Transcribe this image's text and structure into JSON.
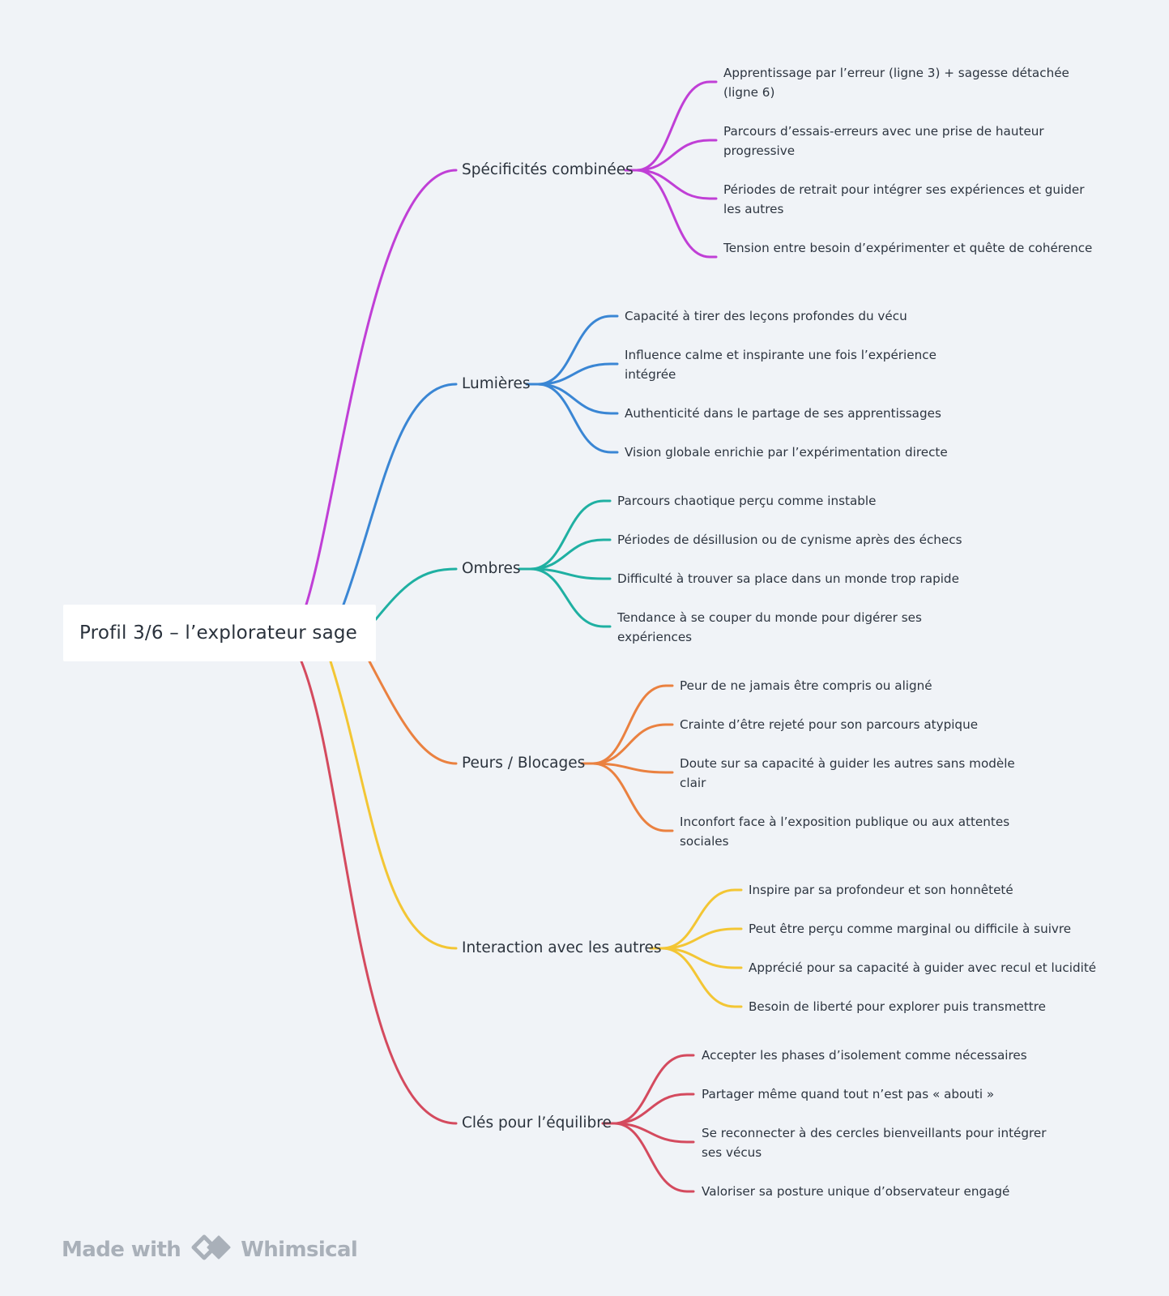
{
  "root": {
    "label": "Profil 3/6 – l’explorateur sage"
  },
  "branches": [
    {
      "label": "Spécificités combinées",
      "color": "#c03fd6",
      "items": [
        "Apprentissage par l’erreur (ligne 3) + sagesse détachée (ligne 6)",
        "Parcours d’essais-erreurs avec une prise de hauteur progressive",
        "Périodes de retrait pour intégrer ses expériences et guider les autres",
        "Tension entre besoin d’expérimenter et quête de cohérence"
      ]
    },
    {
      "label": "Lumières",
      "color": "#3a86d4",
      "items": [
        "Capacité à tirer des leçons profondes du vécu",
        "Influence calme et inspirante une fois l’expérience intégrée",
        "Authenticité dans le partage de ses apprentissages",
        "Vision globale enrichie par l’expérimentation directe"
      ]
    },
    {
      "label": "Ombres",
      "color": "#1fb0a2",
      "items": [
        "Parcours chaotique perçu comme instable",
        "Périodes de désillusion ou de cynisme après des échecs",
        "Difficulté à trouver sa place dans un monde trop rapide",
        "Tendance à se couper du monde pour digérer ses expériences"
      ]
    },
    {
      "label": "Peurs / Blocages",
      "color": "#ea8140",
      "items": [
        "Peur de ne jamais être compris ou aligné",
        "Crainte d’être rejeté pour son parcours atypique",
        "Doute sur sa capacité à guider les autres sans modèle clair",
        "Inconfort face à l’exposition publique ou aux attentes sociales"
      ]
    },
    {
      "label": "Interaction avec les autres",
      "color": "#f3c634",
      "items": [
        "Inspire par sa profondeur et son honnêteté",
        "Peut être perçu comme marginal ou difficile à suivre",
        "Apprécié pour sa capacité à guider avec recul et lucidité",
        "Besoin de liberté pour explorer puis transmettre"
      ]
    },
    {
      "label": "Clés pour l’équilibre",
      "color": "#d44a5e",
      "items": [
        "Accepter les phases d’isolement comme nécessaires",
        "Partager même quand tout n’est pas « abouti »",
        "Se reconnecter à des cercles bienveillants pour intégrer ses vécus",
        "Valoriser sa posture unique d’observateur engagé"
      ]
    }
  ],
  "footer": {
    "made_with": "Made with",
    "brand": "Whimsical"
  }
}
